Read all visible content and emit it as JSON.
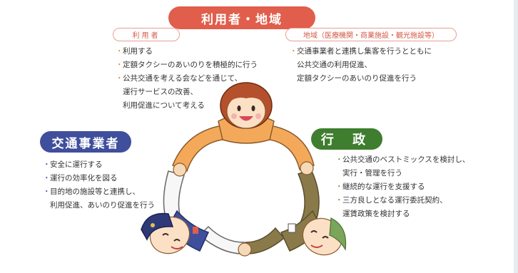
{
  "colors": {
    "top_pill": "#e05e4b",
    "operators_pill": "#3f4f9b",
    "government_pill": "#3f7d2f",
    "bullet_orange": "#e98a2e",
    "bullet_blue": "#4a5ba8",
    "bullet_green": "#5aa832"
  },
  "top": {
    "title": "利用者・地域",
    "users_label": "利用者",
    "users_items": [
      {
        "text": "利用する"
      },
      {
        "text": "定額タクシーのあいのりを積極的に行う"
      },
      {
        "text": "公共交通を考える会などを通じて、",
        "cont1": "運行サービスの改善、",
        "cont2": "利用促進について考える"
      }
    ],
    "region_label": "地域（医療機関・商業施設・観光施設等）",
    "region_items": [
      {
        "text": "交通事業者と連携し集客を行うとともに",
        "cont1": "公共交通の利用促進、",
        "cont2": "定額タクシーのあいのり促進を行う"
      }
    ]
  },
  "operators": {
    "title": "交通事業者",
    "items": [
      {
        "text": "安全に運行する"
      },
      {
        "text": "運行の効率化を図る"
      },
      {
        "text": "目的地の施設等と連携し、",
        "cont1": "利用促進、あいのり促進を行う"
      }
    ]
  },
  "government": {
    "title": "行 政",
    "items": [
      {
        "text": "公共交通のベストミックスを検討し、",
        "cont1": "実行・管理を行う"
      },
      {
        "text": "継続的な運行を支援する"
      },
      {
        "text": "三方良しとなる運行委託契約、",
        "cont1": "運賃政策を検討する"
      }
    ]
  },
  "icons": {
    "bullet": "・",
    "figures": [
      "woman-figure-icon",
      "driver-figure-icon",
      "official-figure-icon"
    ]
  }
}
